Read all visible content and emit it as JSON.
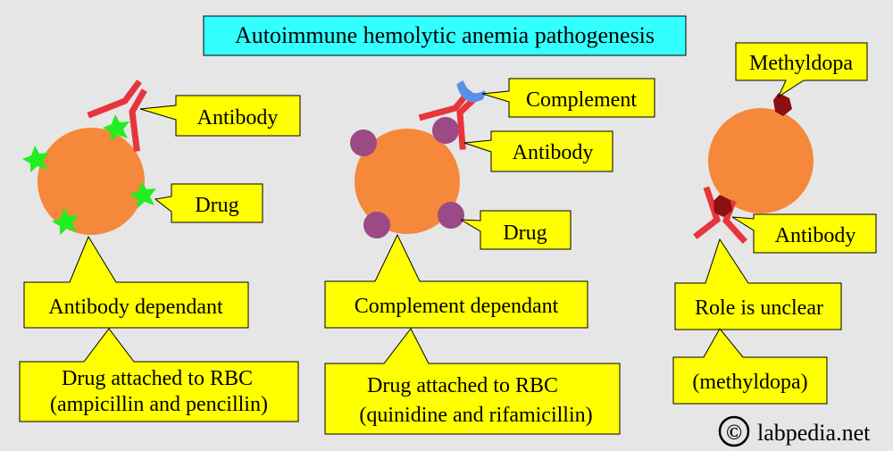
{
  "title": "Autoimmune hemolytic anemia pathogenesis",
  "colors": {
    "background": "#e6e6e6",
    "title_box": "#33ffff",
    "callout": "#ffff00",
    "rbc": "#f5883a",
    "antibody": "#e8343c",
    "drug_star": "#22ee22",
    "drug_circle": "#9b4a86",
    "complement": "#5b8fe6",
    "methyldopa": "#8b1010"
  },
  "panels": [
    {
      "labels": {
        "antibody": "Antibody",
        "drug": "Drug",
        "mechanism": "Antibody dependant",
        "detail_line1": "Drug attached to RBC",
        "detail_line2": "(ampicillin and pencillin)"
      }
    },
    {
      "labels": {
        "complement": "Complement",
        "antibody": "Antibody",
        "drug": "Drug",
        "mechanism": "Complement dependant",
        "detail_line1": "Drug attached to RBC",
        "detail_line2": "(quinidine and rifamicillin)"
      }
    },
    {
      "labels": {
        "methyldopa": "Methyldopa",
        "antibody": "Antibody",
        "mechanism": "Role is unclear",
        "detail_line1": "(methyldopa)"
      }
    }
  ],
  "watermark": {
    "symbol": "©",
    "text": "labpedia.net"
  }
}
